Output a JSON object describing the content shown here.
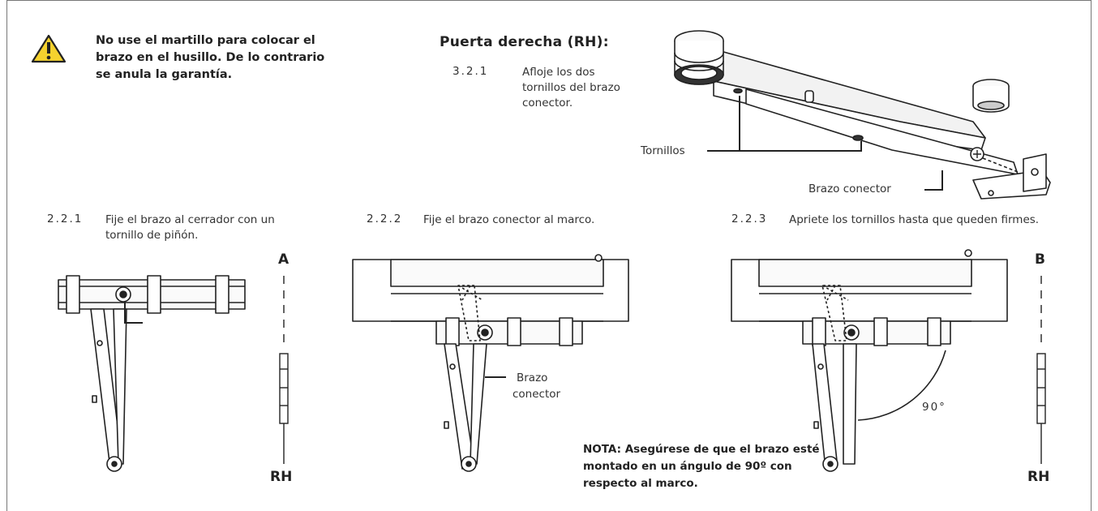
{
  "warning": {
    "icon": "warning-triangle-icon",
    "text": "No use el martillo para colocar el brazo en el husillo. De lo contrario se anula la garantía."
  },
  "right_door": {
    "title": "Puerta derecha (RH):",
    "step_num": "3.2.1",
    "step_text": "Afloje los dos tornillos del brazo conector.",
    "label_screws": "Tornillos",
    "label_connector": "Brazo conector"
  },
  "steps": [
    {
      "num": "2.2.1",
      "text": "Fije el brazo al cerrador con un tornillo de piñón."
    },
    {
      "num": "2.2.2",
      "text": "Fije el brazo conector al marco."
    },
    {
      "num": "2.2.3",
      "text": "Apriete los tornillos hasta que queden firmes."
    }
  ],
  "figure_labels": {
    "a": "A",
    "b": "B",
    "rh_left": "RH",
    "rh_right": "RH",
    "brazo": "Brazo",
    "conector": "conector",
    "angle": "90°"
  },
  "note": "NOTA:  Asegúrese de que el brazo esté montado en un ángulo de 90º con respecto al marco.",
  "colors": {
    "warning_fill": "#f5d22e",
    "line": "#222222",
    "frame": "#777777"
  }
}
